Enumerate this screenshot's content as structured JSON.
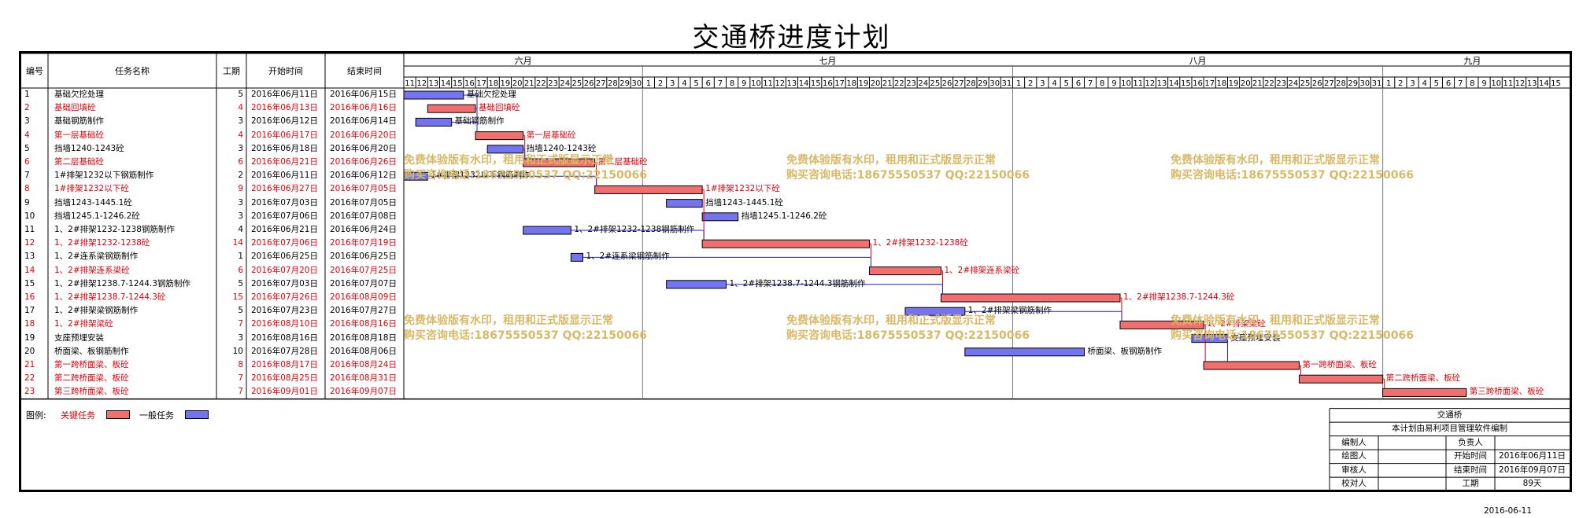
{
  "title": "交通桥进度计划",
  "columns": [
    "编号",
    "任务名称",
    "工期",
    "开始时间",
    "结束时间"
  ],
  "months": [
    "六月",
    "七月",
    "八月",
    "九月"
  ],
  "colors": {
    "critical": "#f07070",
    "normal": "#7474f0",
    "critical_text": "#e0000b",
    "watermark": "#d7b966"
  },
  "tasks": [
    {
      "id": "1",
      "name": "基础欠挖处理",
      "dur": "5",
      "start": "2016年06月11日",
      "end": "2016年06月15日",
      "critical": false
    },
    {
      "id": "2",
      "name": "基础回填砼",
      "dur": "4",
      "start": "2016年06月13日",
      "end": "2016年06月16日",
      "critical": true
    },
    {
      "id": "3",
      "name": "基础钢筋制作",
      "dur": "3",
      "start": "2016年06月12日",
      "end": "2016年06月14日",
      "critical": false
    },
    {
      "id": "4",
      "name": "第一层基础砼",
      "dur": "4",
      "start": "2016年06月17日",
      "end": "2016年06月20日",
      "critical": true
    },
    {
      "id": "5",
      "name": "挡墙1240-1243砼",
      "dur": "3",
      "start": "2016年06月18日",
      "end": "2016年06月20日",
      "critical": false
    },
    {
      "id": "6",
      "name": "第二层基础砼",
      "dur": "6",
      "start": "2016年06月21日",
      "end": "2016年06月26日",
      "critical": true
    },
    {
      "id": "7",
      "name": "1#排架1232以下钢筋制作",
      "dur": "2",
      "start": "2016年06月11日",
      "end": "2016年06月12日",
      "critical": false
    },
    {
      "id": "8",
      "name": "1#排架1232以下砼",
      "dur": "9",
      "start": "2016年06月27日",
      "end": "2016年07月05日",
      "critical": true
    },
    {
      "id": "9",
      "name": "挡墙1243-1445.1砼",
      "dur": "3",
      "start": "2016年07月03日",
      "end": "2016年07月05日",
      "critical": false
    },
    {
      "id": "10",
      "name": "挡墙1245.1-1246.2砼",
      "dur": "3",
      "start": "2016年07月06日",
      "end": "2016年07月08日",
      "critical": false
    },
    {
      "id": "11",
      "name": "1、2#排架1232-1238钢筋制作",
      "dur": "4",
      "start": "2016年06月21日",
      "end": "2016年06月24日",
      "critical": false
    },
    {
      "id": "12",
      "name": "1、2#排架1232-1238砼",
      "dur": "14",
      "start": "2016年07月06日",
      "end": "2016年07月19日",
      "critical": true
    },
    {
      "id": "13",
      "name": "1、2#连系梁钢筋制作",
      "dur": "1",
      "start": "2016年06月25日",
      "end": "2016年06月25日",
      "critical": false
    },
    {
      "id": "14",
      "name": "1、2#排架连系梁砼",
      "dur": "6",
      "start": "2016年07月20日",
      "end": "2016年07月25日",
      "critical": true
    },
    {
      "id": "15",
      "name": "1、2#排架1238.7-1244.3钢筋制作",
      "dur": "5",
      "start": "2016年07月03日",
      "end": "2016年07月07日",
      "critical": false
    },
    {
      "id": "16",
      "name": "1、2#排架1238.7-1244.3砼",
      "dur": "15",
      "start": "2016年07月26日",
      "end": "2016年08月09日",
      "critical": true
    },
    {
      "id": "17",
      "name": "1、2#排架梁钢筋制作",
      "dur": "5",
      "start": "2016年07月23日",
      "end": "2016年07月27日",
      "critical": false
    },
    {
      "id": "18",
      "name": "1、2#排架梁砼",
      "dur": "7",
      "start": "2016年08月10日",
      "end": "2016年08月16日",
      "critical": true
    },
    {
      "id": "19",
      "name": "支座预埋安装",
      "dur": "3",
      "start": "2016年08月16日",
      "end": "2016年08月18日",
      "critical": false
    },
    {
      "id": "20",
      "name": "桥面梁、板钢筋制作",
      "dur": "10",
      "start": "2016年07月28日",
      "end": "2016年08月06日",
      "critical": false
    },
    {
      "id": "21",
      "name": "第一跨桥面梁、板砼",
      "dur": "8",
      "start": "2016年08月17日",
      "end": "2016年08月24日",
      "critical": true
    },
    {
      "id": "22",
      "name": "第二跨桥面梁、板砼",
      "dur": "7",
      "start": "2016年08月25日",
      "end": "2016年08月31日",
      "critical": true
    },
    {
      "id": "23",
      "name": "第三跨桥面梁、板砼",
      "dur": "7",
      "start": "2016年09月01日",
      "end": "2016年09月07日",
      "critical": true
    }
  ],
  "legend": {
    "label": "图例:",
    "critical": "关键任务",
    "normal": "一般任务"
  },
  "watermark": {
    "line1": "免费体验版有水印，租用和正式版显示正常",
    "line2": "购买咨询电话:18675550537 QQ:22150066"
  },
  "titleblock": {
    "project": "交通桥",
    "note": "本计划由易利项目管理软件编制",
    "labels": {
      "editor": "编制人",
      "drawer": "绘图人",
      "reviewer": "审核人",
      "checker": "校对人",
      "owner": "负责人",
      "start": "开始时间",
      "end": "结束时间",
      "duration": "工期"
    },
    "start": "2016年06月11日",
    "end": "2016年09月07日",
    "duration": "89天",
    "date": "2016-06-11"
  }
}
